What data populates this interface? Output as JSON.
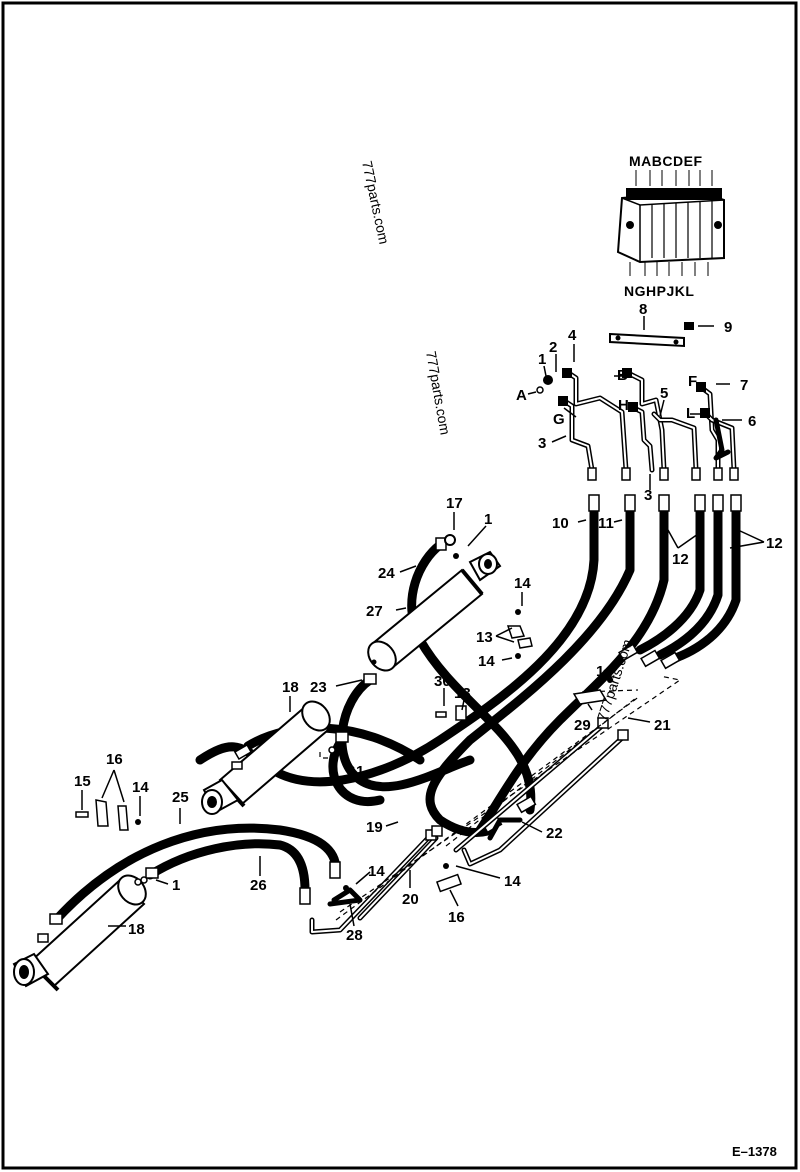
{
  "drawing_ref": "E–1378",
  "watermarks": [
    "777parts.com",
    "777parts.com",
    "777parts.com"
  ],
  "valve_ports_top": "MABCDEF",
  "valve_ports_bottom": "NGHPJKL",
  "callouts": {
    "c1a": "1",
    "c1b": "1",
    "c1c": "1",
    "c1d": "1",
    "c2": "2",
    "c3a": "3",
    "c3b": "3",
    "c4": "4",
    "c5": "5",
    "c6": "6",
    "c7": "7",
    "c8": "8",
    "c9": "9",
    "c10": "10",
    "c11": "11",
    "c12a": "12",
    "c12b": "12",
    "c13a": "13",
    "c13b": "13",
    "c14a": "14",
    "c14b": "14",
    "c14c": "14",
    "c14d": "14",
    "c14e": "14",
    "c14f": "14",
    "c15": "15",
    "c16a": "16",
    "c16b": "16",
    "c17": "17",
    "c18a": "18",
    "c18b": "18",
    "c19": "19",
    "c20": "20",
    "c21": "21",
    "c22": "22",
    "c23": "23",
    "c24": "24",
    "c25": "25",
    "c26": "26",
    "c27": "27",
    "c28": "28",
    "c29": "29",
    "c30": "30",
    "lA": "A",
    "lB": "B",
    "lF": "F",
    "lG": "G",
    "lH": "H",
    "lL": "L"
  }
}
